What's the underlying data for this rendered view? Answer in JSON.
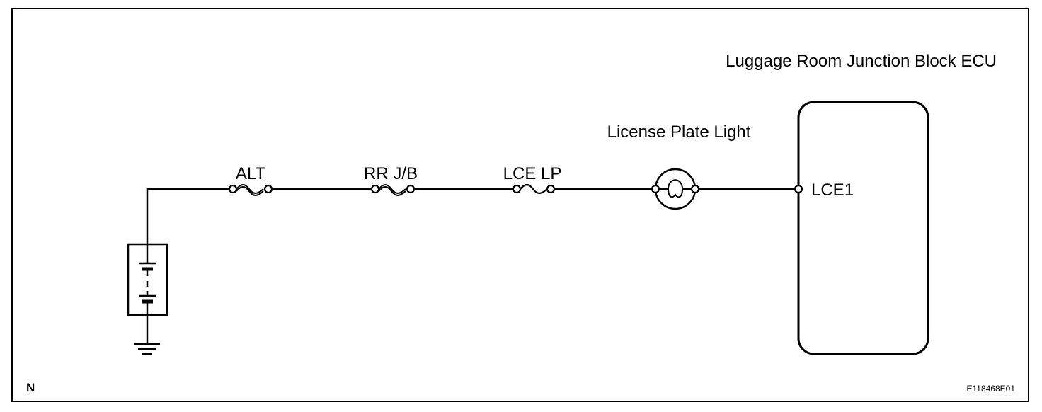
{
  "ecu": {
    "title": "Luggage Room Junction Block ECU",
    "terminal": "LCE1"
  },
  "light": {
    "label": "License Plate Light"
  },
  "fuses": [
    {
      "id": "alt",
      "label": "ALT"
    },
    {
      "id": "rrjb",
      "label": "RR J/B"
    },
    {
      "id": "lcelp",
      "label": "LCE LP"
    }
  ],
  "corner_marker": "N",
  "figure_code": "E118468E01"
}
